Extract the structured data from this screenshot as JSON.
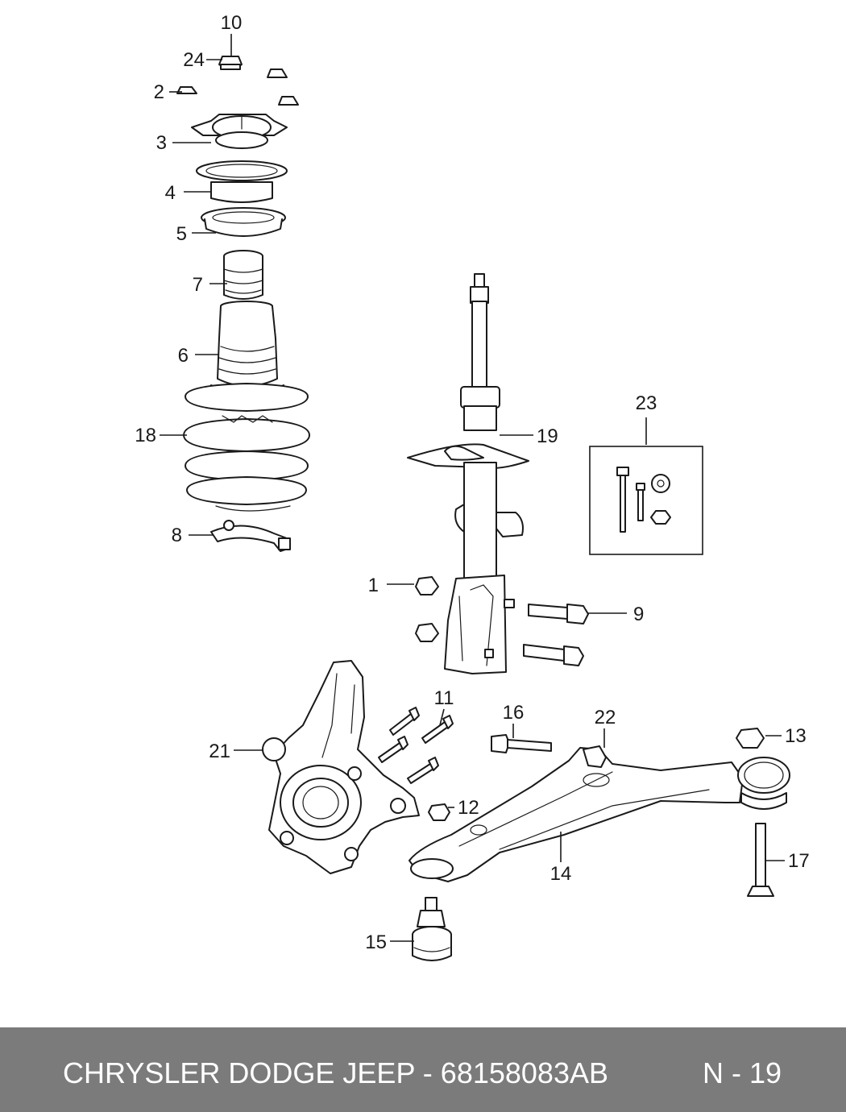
{
  "callouts": {
    "c1": "1",
    "c2": "2",
    "c3": "3",
    "c4": "4",
    "c5": "5",
    "c6": "6",
    "c7": "7",
    "c8": "8",
    "c9": "9",
    "c10": "10",
    "c11": "11",
    "c12": "12",
    "c13": "13",
    "c14": "14",
    "c15": "15",
    "c16": "16",
    "c17": "17",
    "c18": "18",
    "c19": "19",
    "c21": "21",
    "c22": "22",
    "c23": "23",
    "c24": "24"
  },
  "footer": {
    "title": "CHRYSLER DODGE JEEP - 68158083AB",
    "page": "N - 19"
  }
}
